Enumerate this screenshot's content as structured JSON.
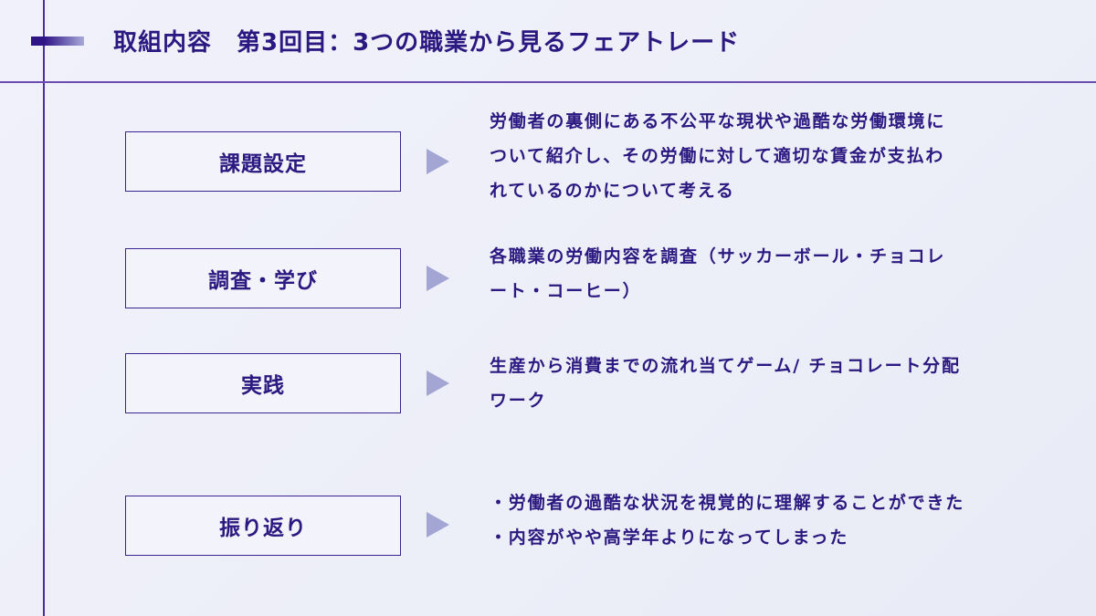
{
  "header": {
    "title": "取組内容　第3回目：3つの職業から見るフェアトレード"
  },
  "rows": [
    {
      "label": "課題設定",
      "lines": [
        "労働者の裏側にある不公平な現状や過酷な労働環境に",
        "ついて紹介し、その労働に対して適切な賃金が支払わ",
        "れているのかについて考える"
      ]
    },
    {
      "label": "調査・学び",
      "lines": [
        "各職業の労働内容を調査（サッカーボール・チョコレ",
        "ート・コーヒー）"
      ]
    },
    {
      "label": "実践",
      "lines": [
        "生産から消費までの流れ当てゲーム/ チョコレート分配",
        "ワーク"
      ]
    },
    {
      "label": "振り返り",
      "lines": [
        "・労働者の過酷な状況を視覚的に理解することができた",
        "・内容がやや高学年よりになってしまった"
      ]
    }
  ],
  "colors": {
    "text": "#2b1880",
    "line": "#4a2f9a",
    "arrow": "#a3a6d3"
  }
}
